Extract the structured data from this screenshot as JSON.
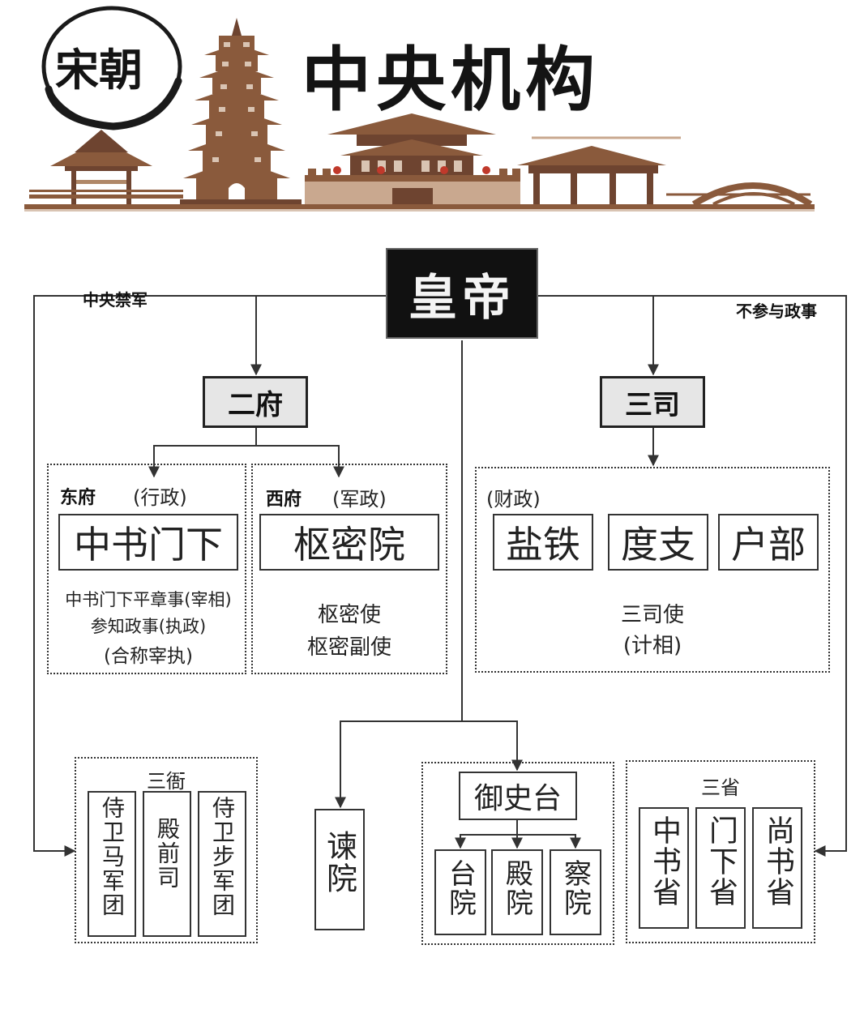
{
  "banner": {
    "seal": "宋朝",
    "title": "中央机构"
  },
  "emperor": "皇帝",
  "labels": {
    "guards": "中央禁军",
    "no_politics": "不参与政事"
  },
  "two_fu": {
    "title": "二府",
    "east": {
      "name": "东府",
      "note": "(行政)",
      "org": "中书门下",
      "officials": [
        "中书门下平章事(宰相)",
        "参知政事(执政)",
        "(合称宰执)"
      ]
    },
    "west": {
      "name": "西府",
      "note": "(军政)",
      "org": "枢密院",
      "officials": [
        "枢密使",
        "枢密副使"
      ]
    }
  },
  "three_si": {
    "title": "三司",
    "note": "(财政)",
    "orgs": [
      "盐铁",
      "度支",
      "户部"
    ],
    "officials": [
      "三司使",
      "(计相)"
    ]
  },
  "three_ya": {
    "title": "三衙",
    "units": [
      "侍卫马军团",
      "殿前司",
      "侍卫步军团"
    ]
  },
  "jian_yuan": "谏院",
  "yushi": {
    "title": "御史台",
    "units": [
      "台院",
      "殿院",
      "察院"
    ]
  },
  "three_sheng": {
    "title": "三省",
    "units": [
      "中书省",
      "门下省",
      "尚书省"
    ]
  },
  "colors": {
    "banner_brown": "#8a5a3c",
    "banner_dark": "#6e4430",
    "box_gray": "#e6e6e6",
    "emperor_bg": "#111111"
  }
}
